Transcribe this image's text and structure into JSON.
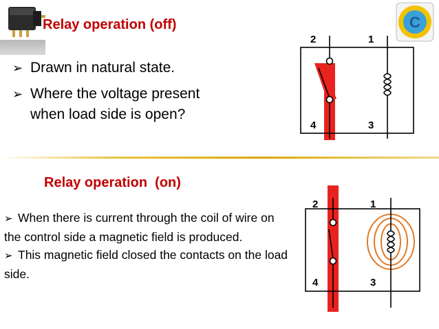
{
  "slide": {
    "title_off": "Relay operation (off)",
    "bullets_off": [
      {
        "arrow": "➢",
        "text": "Drawn in natural state."
      },
      {
        "arrow": "➢",
        "text": "Where the voltage present\nwhen load side is open?"
      }
    ],
    "title_on": "Relay operation  (on)",
    "paragraph_on": [
      {
        "arrow": "➢",
        "text": "When there is current through the coil of wire on the control side a magnetic field is produced."
      },
      {
        "arrow": "➢",
        "text": "This magnetic field closed the contacts on the load side."
      }
    ]
  },
  "diagram_off": {
    "terminals": [
      "2",
      "1",
      "4",
      "3"
    ]
  },
  "diagram_on": {
    "terminals": [
      "2",
      "1",
      "4",
      "3"
    ]
  },
  "logo": {
    "letter": "C"
  },
  "colors": {
    "title": "#c00000",
    "highlight": "#e8231f",
    "field_lines": "#e07a28",
    "divider": "#d9a800"
  }
}
